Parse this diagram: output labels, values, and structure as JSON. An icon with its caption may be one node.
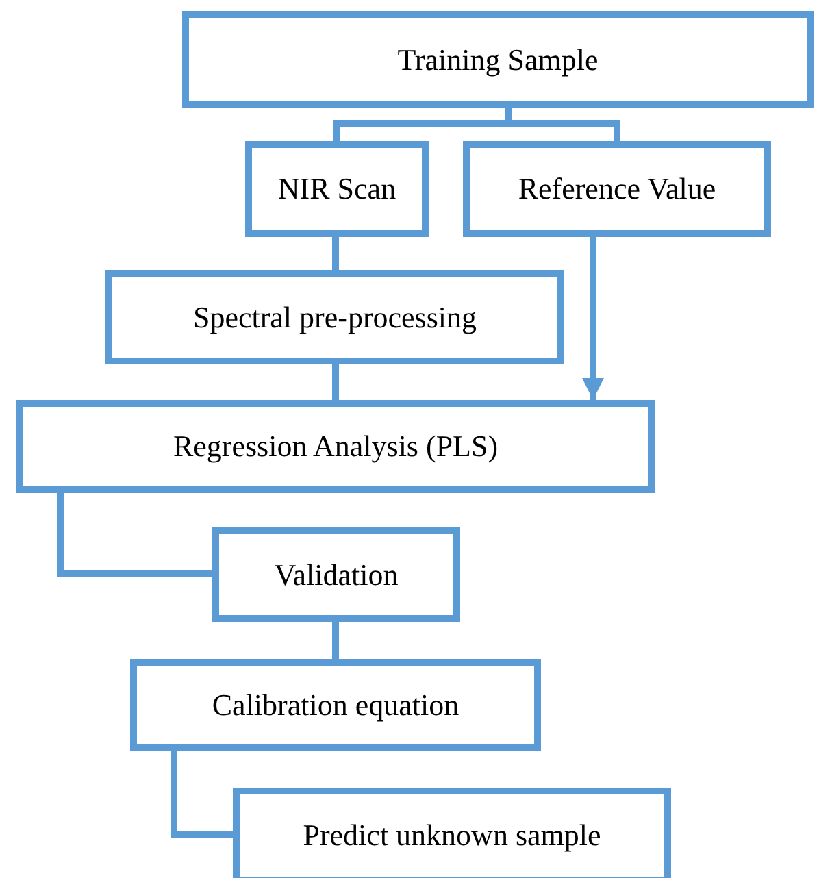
{
  "diagram": {
    "nodes": [
      {
        "text": [
          "Training Sample"
        ]
      },
      {
        "text": [
          "NIR Scan"
        ]
      },
      {
        "text": [
          "Reference Value"
        ]
      },
      {
        "text": [
          "Spectral pre-processing"
        ]
      },
      {
        "text": [
          "Regression Analysis (PLS)"
        ]
      },
      {
        "text": [
          "Validation"
        ]
      },
      {
        "text": [
          "Calibration equation"
        ]
      },
      {
        "text": [
          "Predict unknown sample"
        ]
      }
    ],
    "edges": [
      {
        "from": 0,
        "to": 1,
        "arrow": "none"
      },
      {
        "from": 0,
        "to": 2,
        "arrow": "none"
      },
      {
        "from": 1,
        "to": 3,
        "arrow": "none"
      },
      {
        "from": 2,
        "to": 4,
        "arrow": "to"
      },
      {
        "from": 3,
        "to": 4,
        "arrow": "none"
      },
      {
        "from": 4,
        "to": 5,
        "arrow": "none"
      },
      {
        "from": 5,
        "to": 6,
        "arrow": "none"
      },
      {
        "from": 6,
        "to": 7,
        "arrow": "none"
      }
    ]
  }
}
